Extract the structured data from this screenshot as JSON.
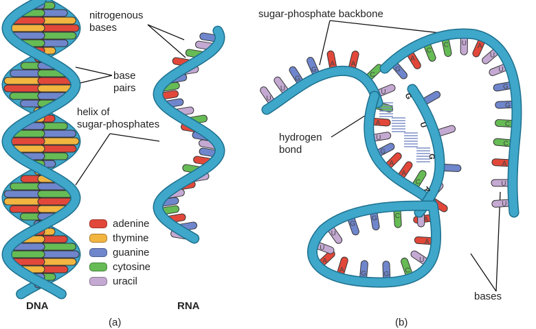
{
  "labels": {
    "nitrogenous_bases": "nitrogenous\nbases",
    "base_pairs": "base\npairs",
    "helix": "helix of\nsugar-phosphates",
    "backbone": "sugar-phosphate backbone",
    "hydrogen_bond": "hydrogen\nbond",
    "bases": "bases",
    "dna": "DNA",
    "rna": "RNA",
    "panel_a": "(a)",
    "panel_b": "(b)"
  },
  "legend": [
    {
      "label": "adenine",
      "color": "#e2483a"
    },
    {
      "label": "thymine",
      "color": "#f2b540"
    },
    {
      "label": "guanine",
      "color": "#6f86cc"
    },
    {
      "label": "cytosine",
      "color": "#66bb55"
    },
    {
      "label": "uracil",
      "color": "#c4a9d2"
    }
  ],
  "colors": {
    "backbone": "#3fa7c9",
    "backbone_edge": "#1d6f8d"
  },
  "trna_sequences": {
    "left_arm": "UUGGAACU",
    "top_arm": "GACCUAUUGGCCAUU",
    "stem_inner": "CAUGAACU",
    "stem_outer": "GUGA",
    "bottom_loop": "AAUCGGAAUUGGCU"
  }
}
